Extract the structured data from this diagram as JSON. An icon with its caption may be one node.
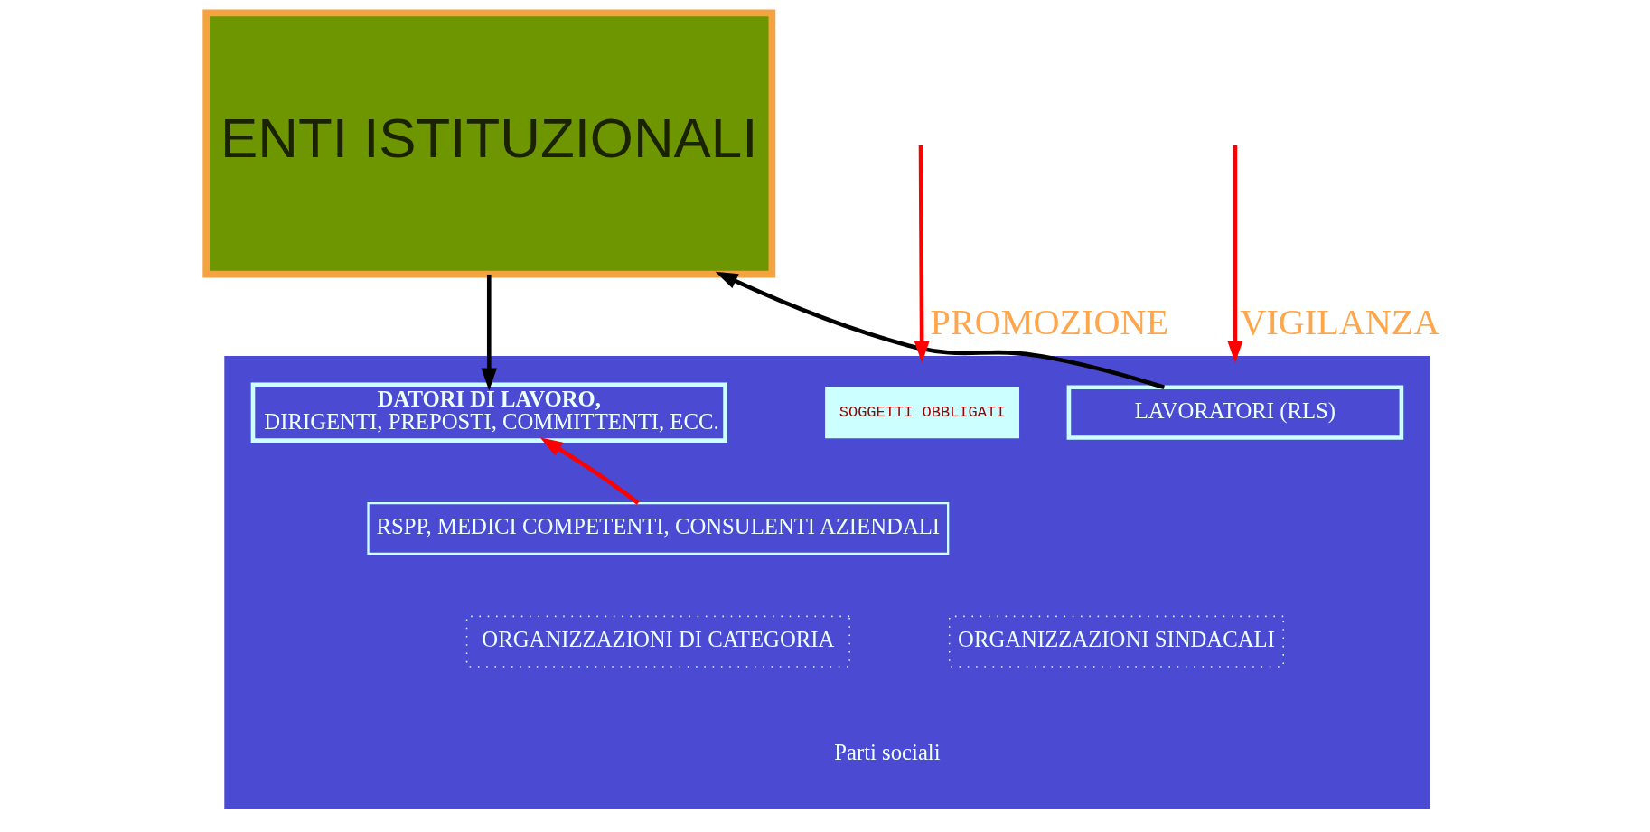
{
  "diagram": {
    "nodes": [
      {
        "text": [
          "ENTI ISTITUZIONALI"
        ]
      },
      {
        "text": [],
        "shape": "box"
      },
      {
        "text": [
          "SOGGETTI OBBLIGATI"
        ],
        "in": 1
      },
      {
        "text": [
          "DATORI DI LAVORO,",
          "DIRIGENTI, PREPOSTI, COMMITTENTI, ECC."
        ],
        "in": 1
      },
      {
        "text": [
          "LAVORATORI (RLS)"
        ],
        "in": 1
      },
      {
        "text": [
          "RSPP, MEDICI COMPETENTI, CONSULENTI AZIENDALI"
        ],
        "in": 1
      },
      {
        "text": [
          "ORGANIZZAZIONI DI CATEGORIA"
        ],
        "in": 1
      },
      {
        "text": [
          "ORGANIZZAZIONI SINDACALI"
        ],
        "in": 1
      }
    ],
    "edges": [
      {
        "from": 0,
        "to": 3,
        "arrow": "to",
        "color": "#000000"
      },
      {
        "from": 4,
        "to": 0,
        "arrow": "to",
        "color": "#000000"
      },
      {
        "from": 5,
        "to": 3,
        "arrow": "to",
        "color": "#ff0000"
      },
      {
        "from": null,
        "to": 1,
        "arrow": "to",
        "label": "PROMOZIONE",
        "color": "#ff0000"
      },
      {
        "from": null,
        "to": 1,
        "arrow": "to",
        "label": "VIGILANZA",
        "color": "#ff0000"
      }
    ],
    "labels": [
      "Parti sociali"
    ]
  }
}
